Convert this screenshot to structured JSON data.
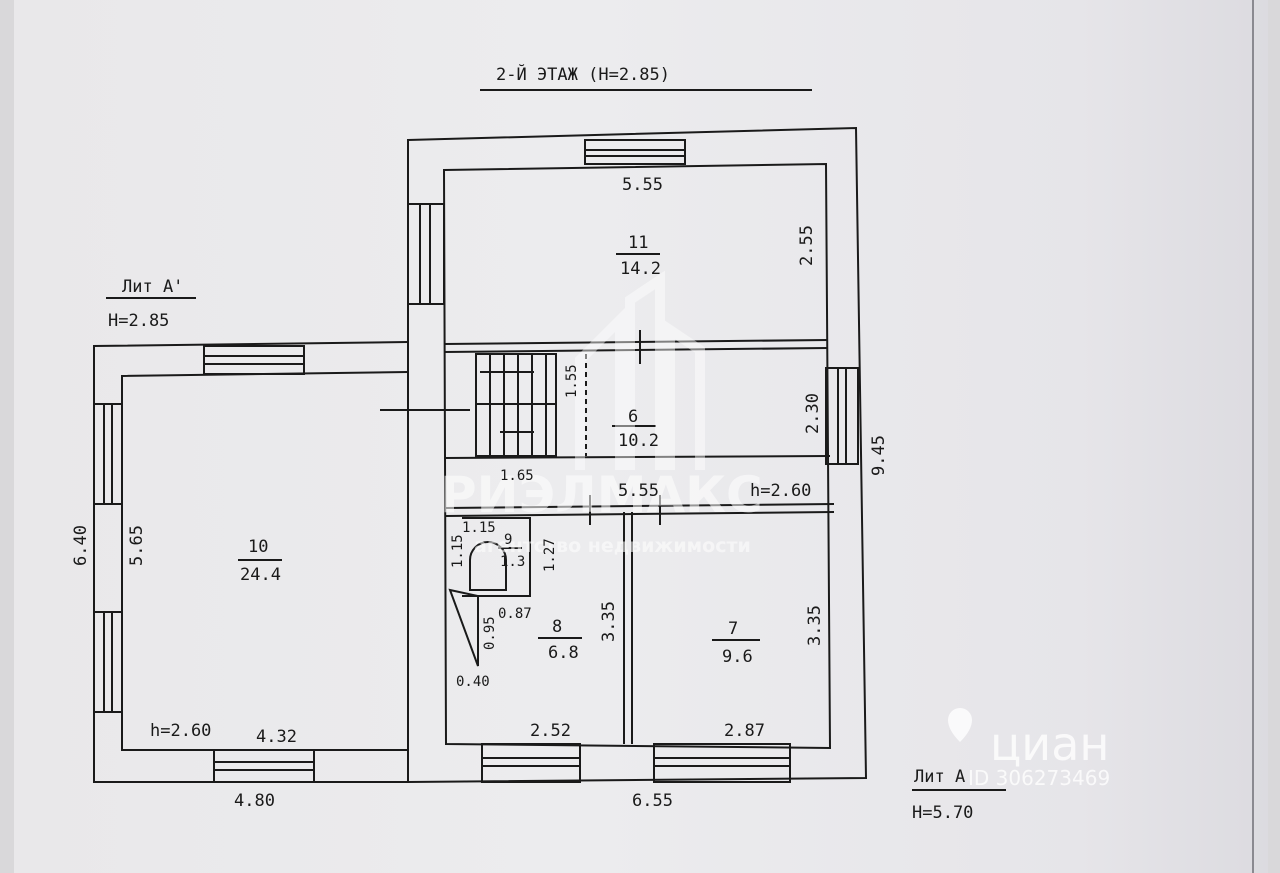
{
  "plan": {
    "floor_title": "2-Й ЭТАЖ (Н=2.85)",
    "wing_a1": {
      "label": "Лит А'",
      "height": "Н=2.85"
    },
    "wing_a": {
      "label": "Лит А",
      "height": "Н=5.70"
    },
    "rooms": [
      {
        "id": "room-11",
        "number": "11",
        "area": "14.2"
      },
      {
        "id": "room-6",
        "number": "6",
        "area": "10.2"
      },
      {
        "id": "room-10",
        "number": "10",
        "area": "24.4"
      },
      {
        "id": "room-9",
        "number": "9",
        "area": "1.3"
      },
      {
        "id": "room-8",
        "number": "8",
        "area": "6.8"
      },
      {
        "id": "room-7",
        "number": "7",
        "area": "9.6"
      }
    ],
    "dimensions": {
      "d_555_top": "5.55",
      "d_255": "2.55",
      "d_155": "1.55",
      "d_230": "2.30",
      "d_165": "1.65",
      "d_555_mid": "5.55",
      "h_260_mid": "h=2.60",
      "d_945": "9.45",
      "d_640": "6.40",
      "d_565": "5.65",
      "d_115_a": "1.15",
      "d_115_b": "1.15",
      "d_127": "1.27",
      "d_087": "0.87",
      "d_095": "0.95",
      "d_040": "0.40",
      "d_335_a": "3.35",
      "d_335_b": "3.35",
      "h_260_left": "h=2.60",
      "d_432": "4.32",
      "d_252": "2.52",
      "d_287": "2.87",
      "d_480": "4.80",
      "d_655": "6.55"
    }
  },
  "watermarks": {
    "agency_name": "РИЭЛМАКС",
    "agency_sub": "агентство недвижимости",
    "cian_brand": "циан",
    "cian_id": "ID 306273469"
  },
  "colors": {
    "paper": "#ebeaec",
    "ink": "#1a1a1a",
    "background": "#d9d8da"
  }
}
